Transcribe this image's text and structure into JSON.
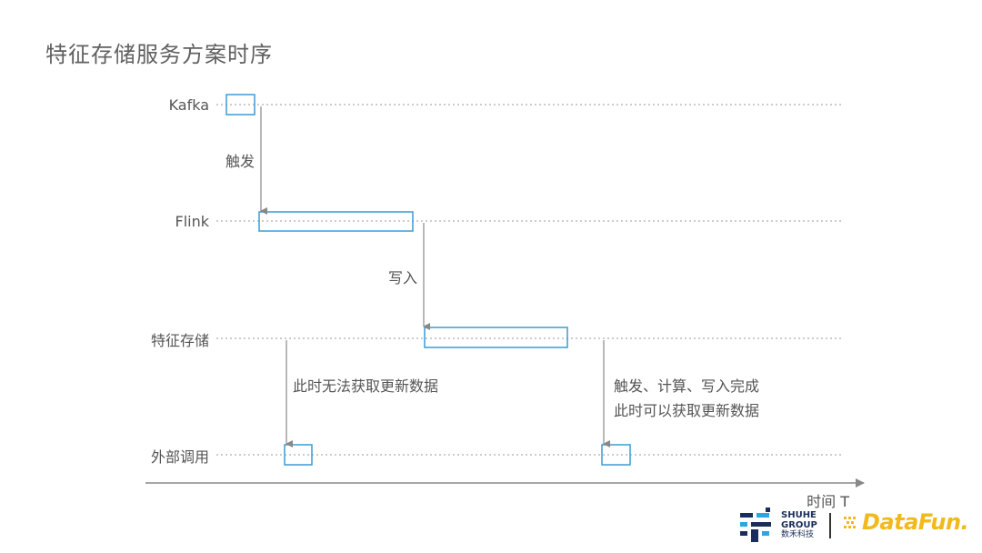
{
  "title": "特征存储服务方案时序",
  "lanes": [
    "Kafka",
    "Flink",
    "特征存储",
    "外部调用"
  ],
  "arrows": {
    "trigger": "触发",
    "write": "写入",
    "no_latest": "此时无法获取更新数据",
    "done_line1": "触发、计算、写入完成",
    "done_line2": "此时可以获取更新数据"
  },
  "axis": {
    "label": "时间 T"
  },
  "logos": {
    "shuhe_line1": "SHUHE",
    "shuhe_line2": "GROUP",
    "shuhe_cn": "数禾科技",
    "datafun": "DataFun."
  },
  "colors": {
    "box_stroke": "#3b9bd4",
    "lane_line": "#999999",
    "arrow": "#888888",
    "datafun": "#f2b91b",
    "shuhe": "#1b2d5a",
    "shuhe_accent": "#2aa6e0"
  }
}
